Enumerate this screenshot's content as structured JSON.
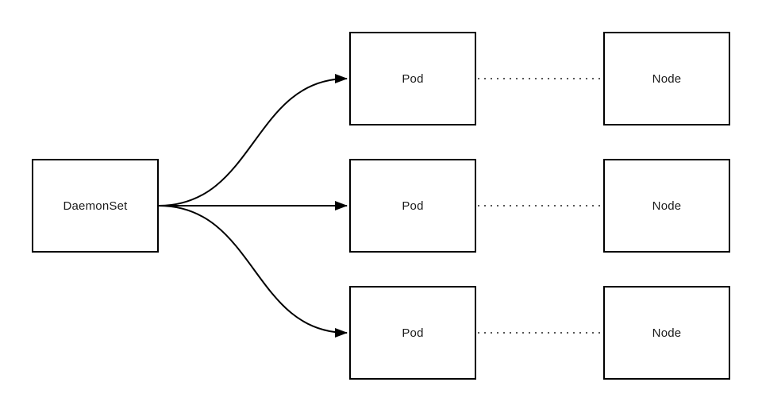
{
  "colors": {
    "background": "#ffffff",
    "shape_border": "#000000",
    "shape_fill": "#ffffff",
    "text": "#1a1a1a",
    "arrow": "#000000",
    "dotted_link": "#1f1f1f"
  },
  "daemonset": {
    "label": "DaemonSet"
  },
  "pods": [
    {
      "label": "Pod"
    },
    {
      "label": "Pod"
    },
    {
      "label": "Pod"
    }
  ],
  "nodes": [
    {
      "label": "Node"
    },
    {
      "label": "Node"
    },
    {
      "label": "Node"
    }
  ],
  "edges": {
    "arrows": [
      {
        "from": "daemonset",
        "to": "pod-1",
        "style": "solid-curved-arrowhead"
      },
      {
        "from": "daemonset",
        "to": "pod-2",
        "style": "solid-straight-arrowhead"
      },
      {
        "from": "daemonset",
        "to": "pod-3",
        "style": "solid-curved-arrowhead"
      }
    ],
    "links": [
      {
        "from": "pod-1",
        "to": "node-1",
        "style": "dotted"
      },
      {
        "from": "pod-2",
        "to": "node-2",
        "style": "dotted"
      },
      {
        "from": "pod-3",
        "to": "node-3",
        "style": "dotted"
      }
    ]
  }
}
